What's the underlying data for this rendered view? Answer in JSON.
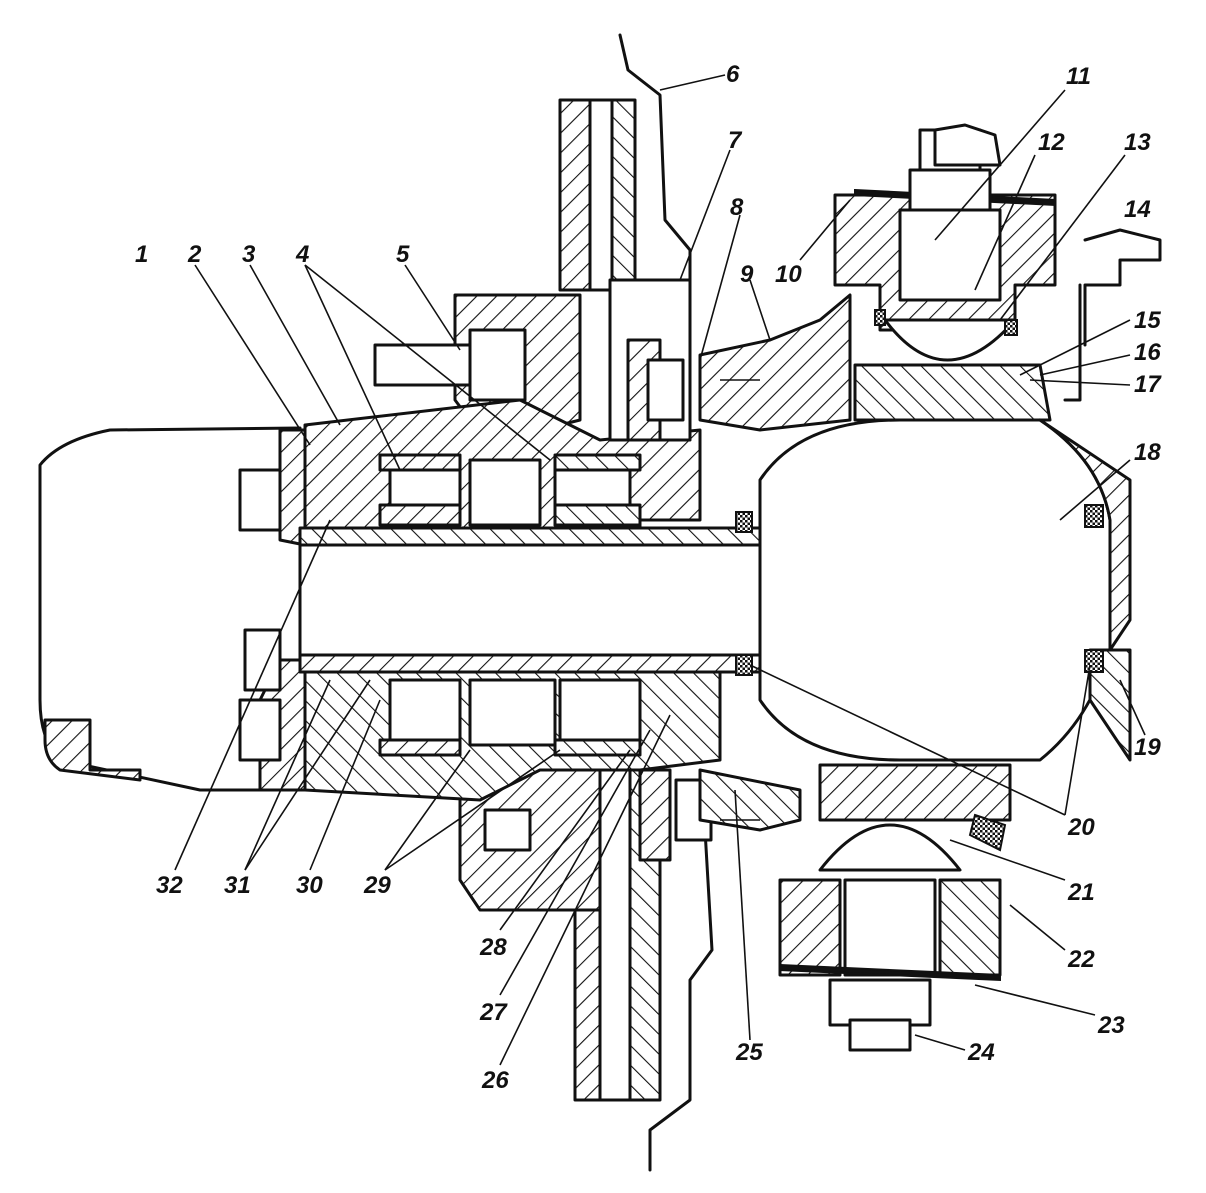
{
  "diagram": {
    "labels": [
      {
        "id": "1",
        "text": "1"
      },
      {
        "id": "2",
        "text": "2"
      },
      {
        "id": "3",
        "text": "3"
      },
      {
        "id": "4",
        "text": "4"
      },
      {
        "id": "5",
        "text": "5"
      },
      {
        "id": "6",
        "text": "6"
      },
      {
        "id": "7",
        "text": "7"
      },
      {
        "id": "8",
        "text": "8"
      },
      {
        "id": "9",
        "text": "9"
      },
      {
        "id": "10",
        "text": "10"
      },
      {
        "id": "11",
        "text": "11"
      },
      {
        "id": "12",
        "text": "12"
      },
      {
        "id": "13",
        "text": "13"
      },
      {
        "id": "14",
        "text": "14"
      },
      {
        "id": "15",
        "text": "15"
      },
      {
        "id": "16",
        "text": "16"
      },
      {
        "id": "17",
        "text": "17"
      },
      {
        "id": "18",
        "text": "18"
      },
      {
        "id": "19",
        "text": "19"
      },
      {
        "id": "20",
        "text": "20"
      },
      {
        "id": "21",
        "text": "21"
      },
      {
        "id": "22",
        "text": "22"
      },
      {
        "id": "23",
        "text": "23"
      },
      {
        "id": "24",
        "text": "24"
      },
      {
        "id": "25",
        "text": "25"
      },
      {
        "id": "26",
        "text": "26"
      },
      {
        "id": "27",
        "text": "27"
      },
      {
        "id": "28",
        "text": "28"
      },
      {
        "id": "29",
        "text": "29"
      },
      {
        "id": "30",
        "text": "30"
      },
      {
        "id": "31",
        "text": "31"
      },
      {
        "id": "32",
        "text": "32"
      }
    ]
  }
}
